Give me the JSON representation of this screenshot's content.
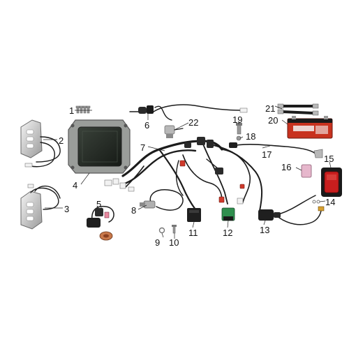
{
  "diagram": {
    "part_labels": [
      "1",
      "2",
      "3",
      "4",
      "5",
      "6",
      "7",
      "8",
      "9",
      "10",
      "11",
      "12",
      "13",
      "14",
      "15",
      "16",
      "17",
      "18",
      "19",
      "20",
      "21",
      "22"
    ],
    "colors": {
      "wire": "#1c1c1c",
      "connector_white": "#f2f2f2",
      "connector_red": "#d03a2c",
      "relay_green": "#2f8f4e",
      "battery_red": "#c8321f",
      "taillight_red": "#c81e1e",
      "reflector_pink": "#e6b7cc",
      "display_screen": "#2a302a",
      "housing_grey": "#8a8d8a"
    }
  }
}
